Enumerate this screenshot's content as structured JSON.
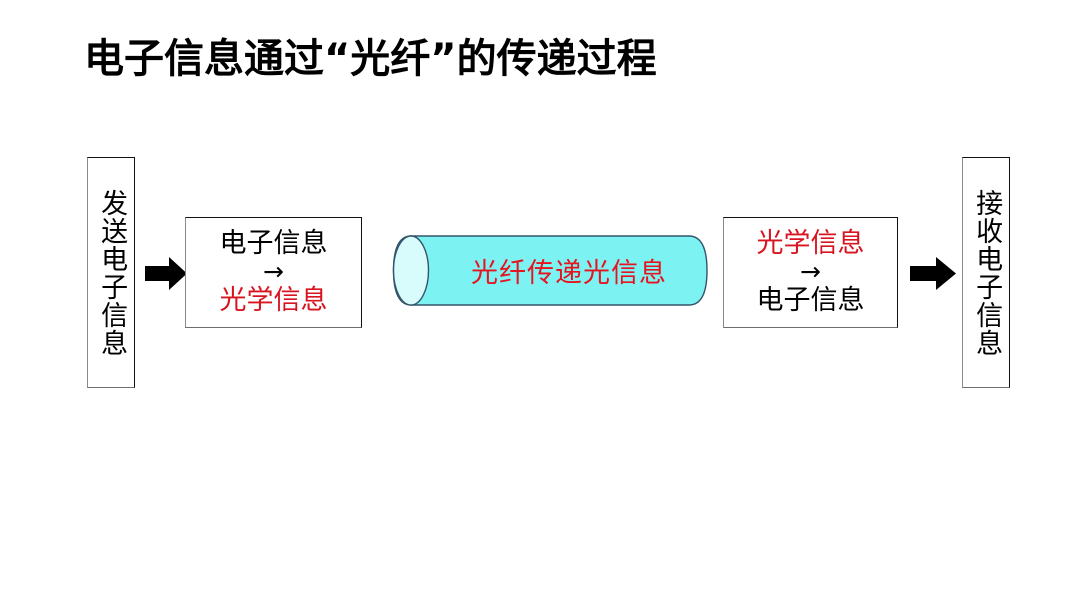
{
  "slide": {
    "title": "电子信息通过“光纤”的传递过程",
    "background_color": "#ffffff"
  },
  "colors": {
    "text_black": "#000000",
    "text_red": "#d81420",
    "fiber_red": "#e6141e",
    "cylinder_body": "#7df2f2",
    "cylinder_cap": "#d8fbfb",
    "cylinder_outline": "#33556b",
    "box_border": "#111111",
    "arrow_fill": "#000000"
  },
  "diagram": {
    "type": "flow",
    "nodes": [
      {
        "id": "sender",
        "name": "send-electronic-info-box",
        "orientation": "vertical",
        "text": "发送电子信息",
        "text_color": "#000000"
      },
      {
        "id": "convert-e2o",
        "name": "electronic-to-optical-box",
        "orientation": "horizontal",
        "lines": [
          {
            "text": "电子信息",
            "color": "#000000"
          },
          {
            "text": "→",
            "color": "#000000"
          },
          {
            "text": "光学信息",
            "color": "#d81420"
          }
        ]
      },
      {
        "id": "fiber",
        "name": "optical-fiber-cylinder",
        "shape": "cylinder",
        "text": "光纤传递光信息",
        "text_color": "#e6141e"
      },
      {
        "id": "convert-o2e",
        "name": "optical-to-electronic-box",
        "orientation": "horizontal",
        "lines": [
          {
            "text": "光学信息",
            "color": "#d81420"
          },
          {
            "text": "→",
            "color": "#000000"
          },
          {
            "text": "电子信息",
            "color": "#000000"
          }
        ]
      },
      {
        "id": "receiver",
        "name": "receive-electronic-info-box",
        "orientation": "vertical",
        "text": "接收电子信息",
        "text_color": "#000000"
      }
    ],
    "arrows": [
      {
        "id": "arrow-1",
        "name": "flow-arrow-right",
        "from": "sender",
        "to": "convert-e2o",
        "direction": "right"
      },
      {
        "id": "arrow-2",
        "name": "flow-arrow-right",
        "from": "convert-o2e",
        "to": "receiver",
        "direction": "right"
      }
    ]
  }
}
